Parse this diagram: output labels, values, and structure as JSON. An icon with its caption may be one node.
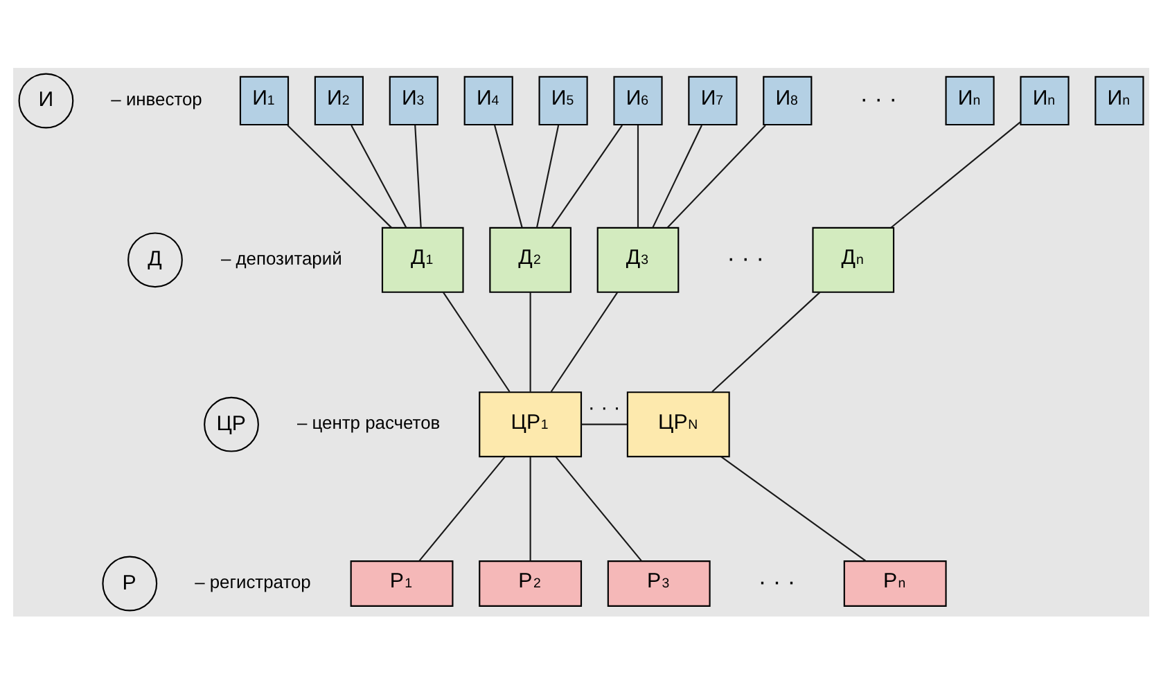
{
  "diagram": {
    "nodes": [
      {
        "text": [
          "И"
        ],
        "beside": [
          "– инвестор"
        ]
      },
      {
        "text": [
          "Д"
        ],
        "beside": [
          "– депозитарий"
        ]
      },
      {
        "text": [
          "ЦР"
        ],
        "beside": [
          "– центр расчетов"
        ]
      },
      {
        "text": [
          "Р"
        ],
        "beside": [
          "– регистратор"
        ]
      },
      {
        "text": [
          "И$_{1}$"
        ]
      },
      {
        "text": [
          "И$_{2}$"
        ]
      },
      {
        "text": [
          "И$_{3}$"
        ]
      },
      {
        "text": [
          "И$_{4}$"
        ]
      },
      {
        "text": [
          "И$_{5}$"
        ]
      },
      {
        "text": [
          "И$_{6}$"
        ]
      },
      {
        "text": [
          "И$_{7}$"
        ]
      },
      {
        "text": [
          "И$_{8}$"
        ]
      },
      {
        "text": [
          "И$_{n}$"
        ]
      },
      {
        "text": [
          "И$_{n}$"
        ]
      },
      {
        "text": [
          "И$_{n}$"
        ]
      },
      {
        "text": [
          "Д$_{1}$"
        ]
      },
      {
        "text": [
          "Д$_{2}$"
        ]
      },
      {
        "text": [
          "Д$_{3}$"
        ]
      },
      {
        "text": [
          "Д$_{n}$"
        ]
      },
      {
        "text": [
          "ЦР$_{1}$"
        ]
      },
      {
        "text": [
          "ЦР$_{N}$"
        ]
      },
      {
        "text": [
          "Р$_{1}$"
        ]
      },
      {
        "text": [
          "Р$_{2}$"
        ]
      },
      {
        "text": [
          "Р$_{3}$"
        ]
      },
      {
        "text": [
          "Р$_{n}$"
        ]
      }
    ],
    "edges": [
      {
        "from": 4,
        "to": 15,
        "arrow": "none"
      },
      {
        "from": 5,
        "to": 15,
        "arrow": "none"
      },
      {
        "from": 6,
        "to": 15,
        "arrow": "none"
      },
      {
        "from": 7,
        "to": 16,
        "arrow": "none"
      },
      {
        "from": 8,
        "to": 16,
        "arrow": "none"
      },
      {
        "from": 9,
        "to": 16,
        "arrow": "none"
      },
      {
        "from": 9,
        "to": 17,
        "arrow": "none"
      },
      {
        "from": 10,
        "to": 17,
        "arrow": "none"
      },
      {
        "from": 11,
        "to": 17,
        "arrow": "none"
      },
      {
        "from": 13,
        "to": 18,
        "arrow": "none"
      },
      {
        "from": 15,
        "to": 19,
        "arrow": "none"
      },
      {
        "from": 16,
        "to": 19,
        "arrow": "none"
      },
      {
        "from": 17,
        "to": 19,
        "arrow": "none"
      },
      {
        "from": 18,
        "to": 20,
        "arrow": "none"
      },
      {
        "from": 19,
        "to": 20,
        "arrow": "none",
        "label": "· · ·"
      },
      {
        "from": 19,
        "to": 21,
        "arrow": "none"
      },
      {
        "from": 19,
        "to": 22,
        "arrow": "none"
      },
      {
        "from": 19,
        "to": 23,
        "arrow": "none"
      },
      {
        "from": 20,
        "to": 24,
        "arrow": "none"
      }
    ],
    "labels": [
      "· · ·",
      "· · ·",
      "· · ·"
    ]
  }
}
